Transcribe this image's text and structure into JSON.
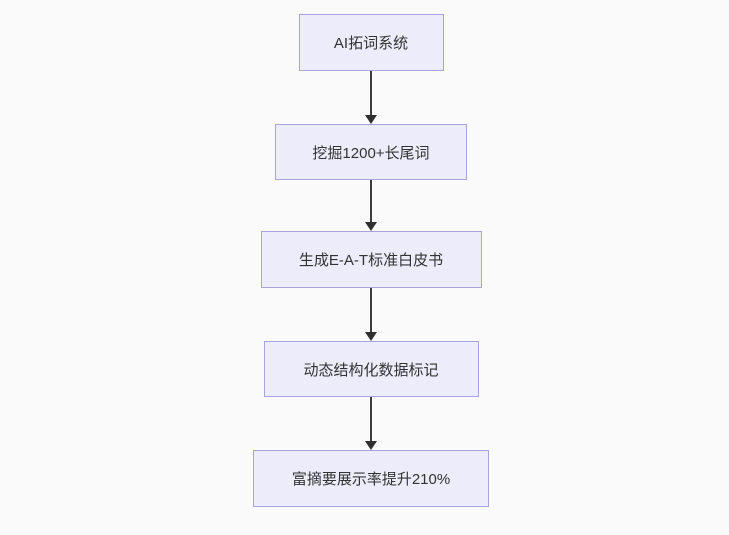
{
  "page": {
    "background_color": "#fafafa"
  },
  "flowchart": {
    "type": "flowchart",
    "direction": "top-down",
    "style": {
      "node_fill": "#ececfa",
      "node_border": "#a9a2dc",
      "text_color": "#333333",
      "arrow_color": "#3b3b3b"
    },
    "nodes": [
      {
        "id": "n1",
        "label": "AI拓词系统"
      },
      {
        "id": "n2",
        "label": "挖掘1200+长尾词"
      },
      {
        "id": "n3",
        "label": "生成E-A-T标准白皮书"
      },
      {
        "id": "n4",
        "label": "动态结构化数据标记"
      },
      {
        "id": "n5",
        "label": "富摘要展示率提升210%"
      }
    ],
    "edges": [
      {
        "from": "n1",
        "to": "n2"
      },
      {
        "from": "n2",
        "to": "n3"
      },
      {
        "from": "n3",
        "to": "n4"
      },
      {
        "from": "n4",
        "to": "n5"
      }
    ]
  }
}
